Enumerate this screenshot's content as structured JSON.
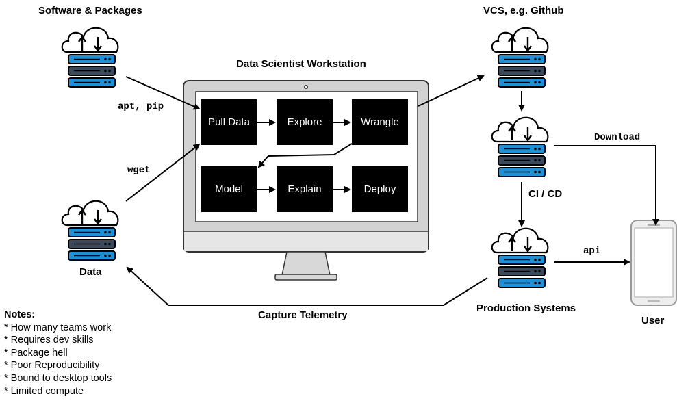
{
  "titles": {
    "software": "Software & Packages",
    "vcs": "VCS, e.g. Github",
    "workstation": "Data Scientist Workstation",
    "data": "Data",
    "production": "Production Systems",
    "user": "User",
    "cicd": "CI / CD",
    "telemetry": "Capture Telemetry"
  },
  "edge_labels": {
    "apt_pip": "apt, pip",
    "wget": "wget",
    "download": "Download",
    "api": "api"
  },
  "steps": [
    "Pull Data",
    "Explore",
    "Wrangle",
    "Model",
    "Explain",
    "Deploy"
  ],
  "notes": {
    "title": "Notes:",
    "items": [
      "* How many teams work",
      "* Requires dev skills",
      "* Package hell",
      "* Poor Reproducibility",
      "* Bound to desktop tools",
      "* Limited compute"
    ]
  },
  "colors": {
    "server_blue": "#1f8fd6",
    "server_dark": "#3a4a5c",
    "monitor_frame": "#c8c8c8",
    "box_fill": "#000000"
  }
}
